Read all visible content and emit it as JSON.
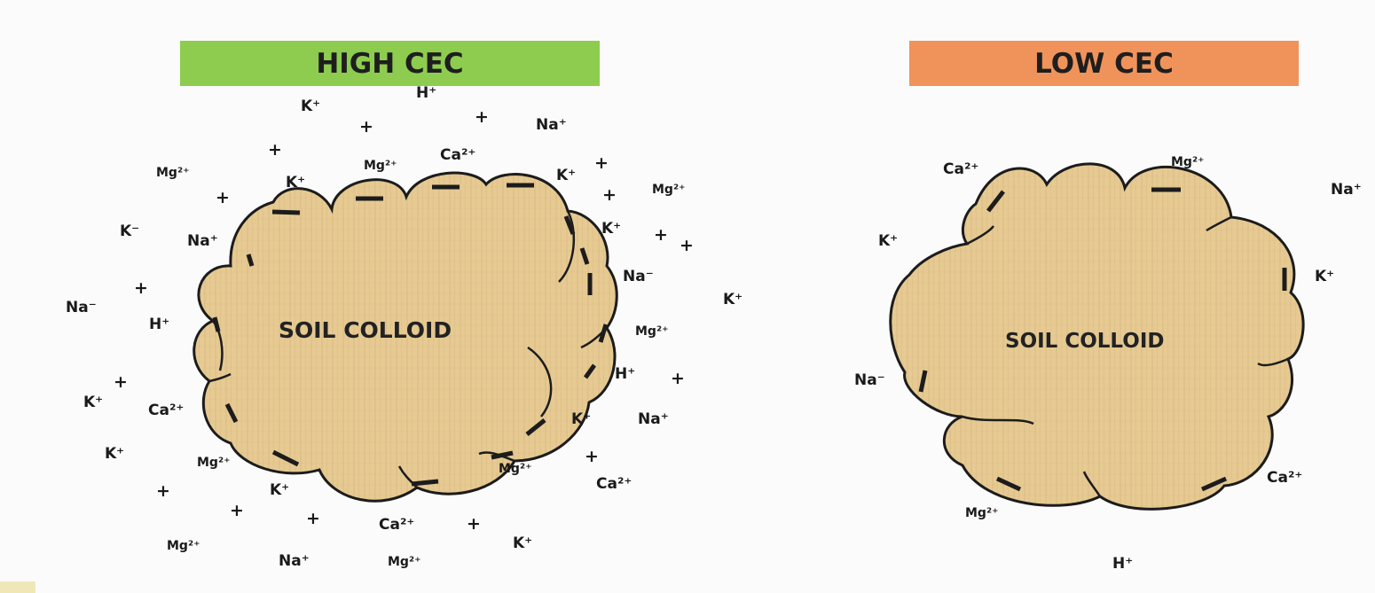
{
  "colors": {
    "high_banner": "#8dcc4f",
    "low_banner": "#f0935a",
    "colloid_fill": "#e6ca92",
    "colloid_grain": "#cfb07a",
    "outline": "#1c1c1c"
  },
  "high_cec": {
    "title": "HIGH CEC",
    "colloid_label": "SOIL COLLOID",
    "ions": [
      "K⁺",
      "H⁺",
      "Na⁺",
      "Mg²⁺",
      "Mg²⁺",
      "Ca²⁺",
      "K⁺",
      "K⁺",
      "Mg²⁺",
      "K⁻",
      "Na⁺",
      "K⁺",
      "Na⁻",
      "K⁺",
      "Na⁻",
      "H⁺",
      "Mg²⁺",
      "H⁺",
      "K⁺",
      "Ca²⁺",
      "K⁺",
      "Na⁺",
      "K⁺",
      "Mg²⁺",
      "Mg²⁺",
      "K⁺",
      "Ca²⁺",
      "Ca²⁺",
      "K⁺",
      "Mg²⁺",
      "Na⁺",
      "Mg²⁺"
    ]
  },
  "low_cec": {
    "title": "LOW CEC",
    "colloid_label": "SOIL COLLOID",
    "ions": [
      "Ca²⁺",
      "Mg²⁺",
      "Na⁺",
      "K⁺",
      "K⁺",
      "Na⁻",
      "Ca²⁺",
      "Mg²⁺",
      "H⁺"
    ]
  },
  "plus_sign": "+"
}
